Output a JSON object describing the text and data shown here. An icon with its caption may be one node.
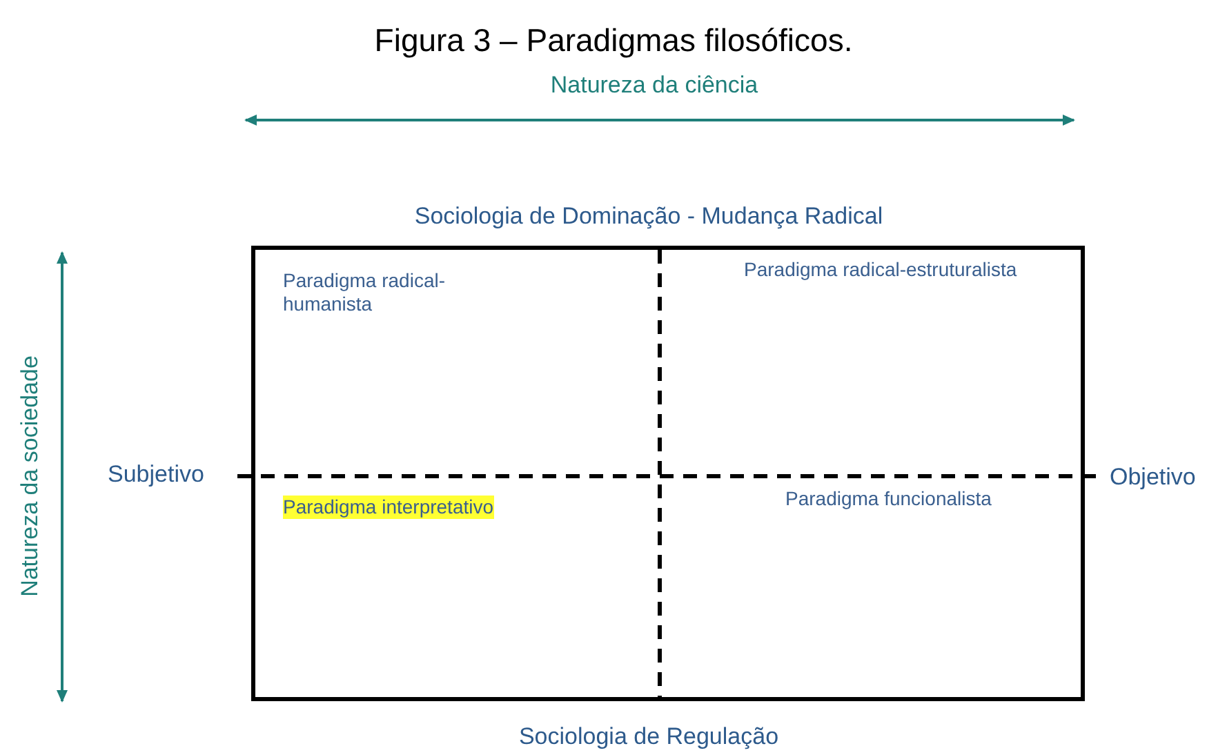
{
  "diagram": {
    "title": "Figura 3 – Paradigmas filosóficos.",
    "nodes": [
      {
        "text": [],
        "shape": "box"
      },
      {
        "text": [
          "Paradigma radical-humanista"
        ],
        "in": 0
      },
      {
        "text": [
          "Paradigma radical-estruturalista"
        ],
        "in": 0
      },
      {
        "text": [
          "Paradigma interpretativo"
        ],
        "in": 0
      },
      {
        "text": [
          "Paradigma funcionalista"
        ],
        "in": 0
      }
    ],
    "labels": [
      "Natureza da ciência",
      "Sociologia de Dominação - Mudança Radical",
      "Natureza da sociedade",
      "Subjetivo",
      "Objetivo",
      "Sociologia de Regulação"
    ]
  }
}
